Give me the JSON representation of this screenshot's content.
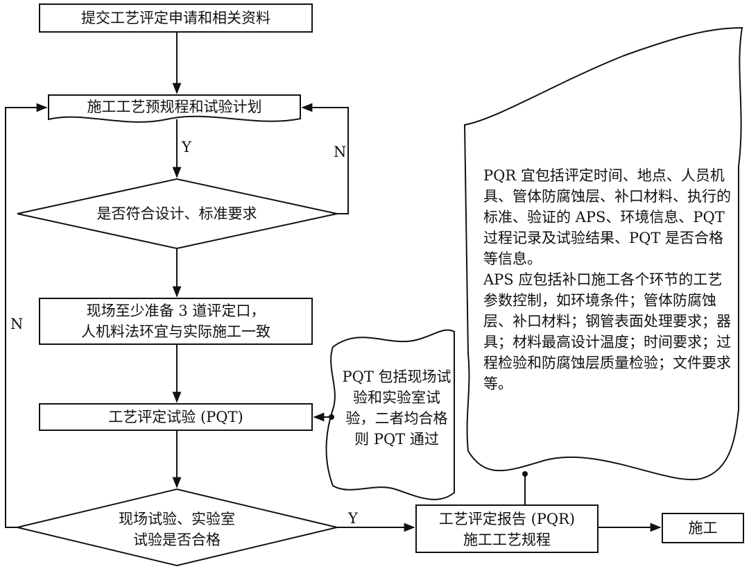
{
  "steps": {
    "submit": "提交工艺评定申请和相关资料",
    "plan": "施工工艺预规程和试验计划",
    "check_standard": "是否符合设计、标准要求",
    "prepare_line1": "现场至少准备 3 道评定口，",
    "prepare_line2": "人机料法环宜与实际施工一致",
    "pqt": "工艺评定试验 (PQT)",
    "check_pass_line1": "现场试验、实验室",
    "check_pass_line2": "试验是否合格",
    "report_line1": "工艺评定报告 (PQR)",
    "report_line2": "施工工艺规程",
    "construction": "施工"
  },
  "labels": {
    "yes_plan": "Y",
    "no_plan": "N",
    "no_left": "N",
    "yes_report": "Y"
  },
  "notes": {
    "pqt_note": "PQT 包括现场试验和实验室试验，二者均合格则 PQT 通过",
    "pqr_note": "PQR 宜包括评定时间、地点、人员机具、管体防腐蚀层、补口材料、执行的标准、验证的 APS、环境信息、PQT 过程记录及试验结果、PQT 是否合格等信息。\nAPS 应包括补口施工各个环节的工艺参数控制，如环境条件；管体防腐蚀层、补口材料；钢管表面处理要求；器具；材料最高设计温度；时间要求；过程检验和防腐蚀层质量检验；文件要求等。"
  }
}
